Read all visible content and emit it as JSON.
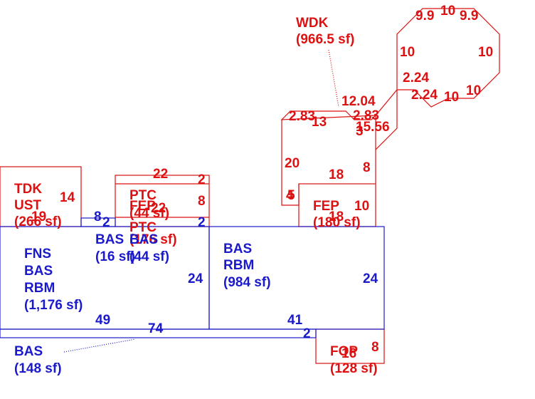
{
  "colors": {
    "blue": "#1a1acc",
    "red": "#dd1111",
    "background": "#ffffff"
  },
  "areas": {
    "tdk": {
      "lines": [
        "TDK",
        "UST",
        "(266 sf)"
      ]
    },
    "ptc": {
      "lines": [
        "PTC",
        "FEP",
        "(44 sf)",
        "PTC",
        "(176 sf)"
      ]
    },
    "bas_small": {
      "lines": [
        "BAS",
        "(16 sf)"
      ]
    },
    "bas_44": {
      "lines": [
        "BAS",
        "(44 sf)"
      ]
    },
    "fns": {
      "lines": [
        "FNS",
        "BAS",
        "RBM",
        "(1,176 sf)"
      ]
    },
    "bas_rbm": {
      "lines": [
        "BAS",
        "RBM",
        "(984 sf)"
      ]
    },
    "bas_148": {
      "lines": [
        "BAS",
        "(148 sf)"
      ]
    },
    "fep": {
      "lines": [
        "FEP",
        "(180 sf)"
      ]
    },
    "fop": {
      "lines": [
        "FOP",
        "(128 sf)"
      ]
    },
    "wdk": {
      "lines": [
        "WDK",
        "(966.5 sf)"
      ]
    }
  },
  "dimensions": {
    "tdk_14": "14",
    "tdk_19": "19",
    "ptc_22_top": "22",
    "ptc_2_top": "2",
    "ptc_8": "8",
    "ptc_22_mid": "22",
    "ptc_2_mid": "2",
    "bas_8": "8",
    "bas_2": "2",
    "fns_24": "24",
    "fns_49": "49",
    "bottom_74": "74",
    "rbm_24": "24",
    "rbm_41": "41",
    "rbm_2": "2",
    "fep_18_top": "18",
    "fep_18_mid": "18",
    "fep_10": "10",
    "fep_8": "8",
    "deck_20": "20",
    "deck_4": "4",
    "deck_5": "5",
    "deck_283_left": "2.83",
    "deck_13": "13",
    "deck_1204": "12.04",
    "deck_283_right": "2.83",
    "deck_3": "3",
    "deck_1556": "15.56",
    "oct_99_left": "9.9",
    "oct_10_top": "10",
    "oct_99_right": "9.9",
    "oct_10_left": "10",
    "oct_10_right": "10",
    "oct_224_a": "2.24",
    "oct_224_b": "2.24",
    "oct_10_bottom": "10",
    "oct_10_br": "10",
    "fop_16": "16",
    "fop_8": "8"
  }
}
